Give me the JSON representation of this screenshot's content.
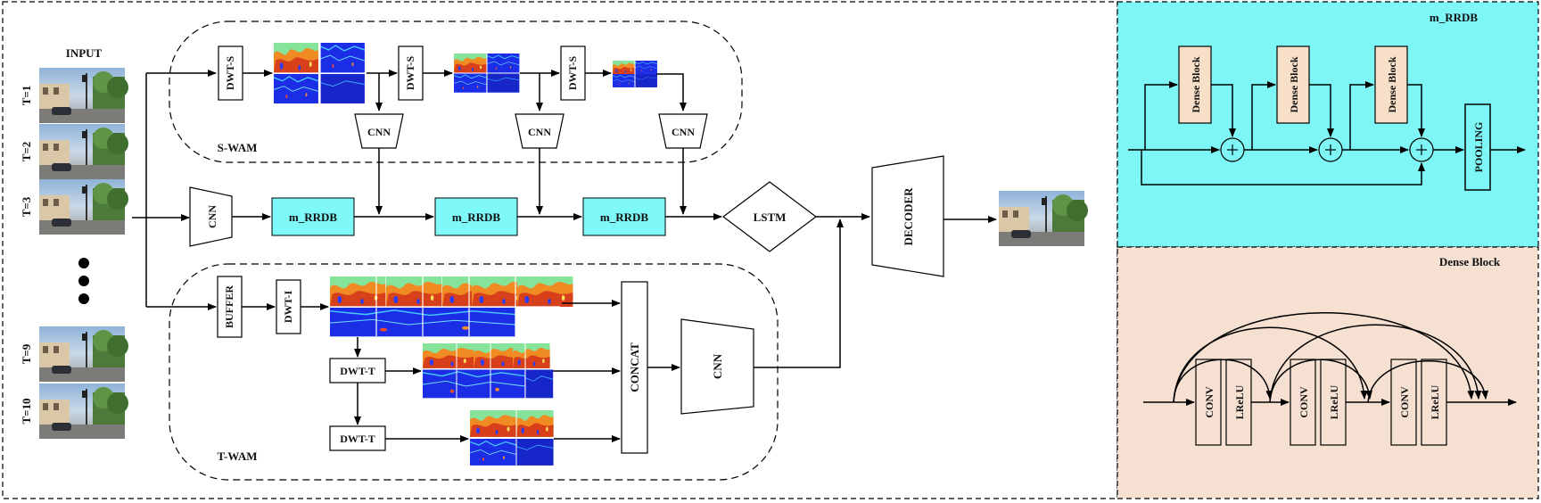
{
  "main": {
    "input_label": "INPUT",
    "frames": [
      "T=1",
      "T=2",
      "T=3",
      "T=9",
      "T=10"
    ],
    "swam_label": "S-WAM",
    "twam_label": "T-WAM",
    "dwt_s": "DWT-S",
    "dwt_t": "DWT-T",
    "dwt_i": "DWT-I",
    "buffer": "BUFFER",
    "cnn": "CNN",
    "m_rrdb": "m_RRDB",
    "lstm": "LSTM",
    "decoder": "DECODER",
    "concat": "CONCAT"
  },
  "rrdb_panel": {
    "title": "m_RRDB",
    "dense_block": "Dense Block",
    "pooling": "POOLING",
    "bg_color": "#7ff6f6"
  },
  "dense_panel": {
    "title": "Dense Block",
    "conv": "CONV",
    "lrelu": "LReLU",
    "bg_color": "#f6e0d2"
  },
  "colors": {
    "m_rrdb_fill": "#7ff8f8",
    "dense_block_fill": "#f8dfc8",
    "line": "#000000"
  }
}
